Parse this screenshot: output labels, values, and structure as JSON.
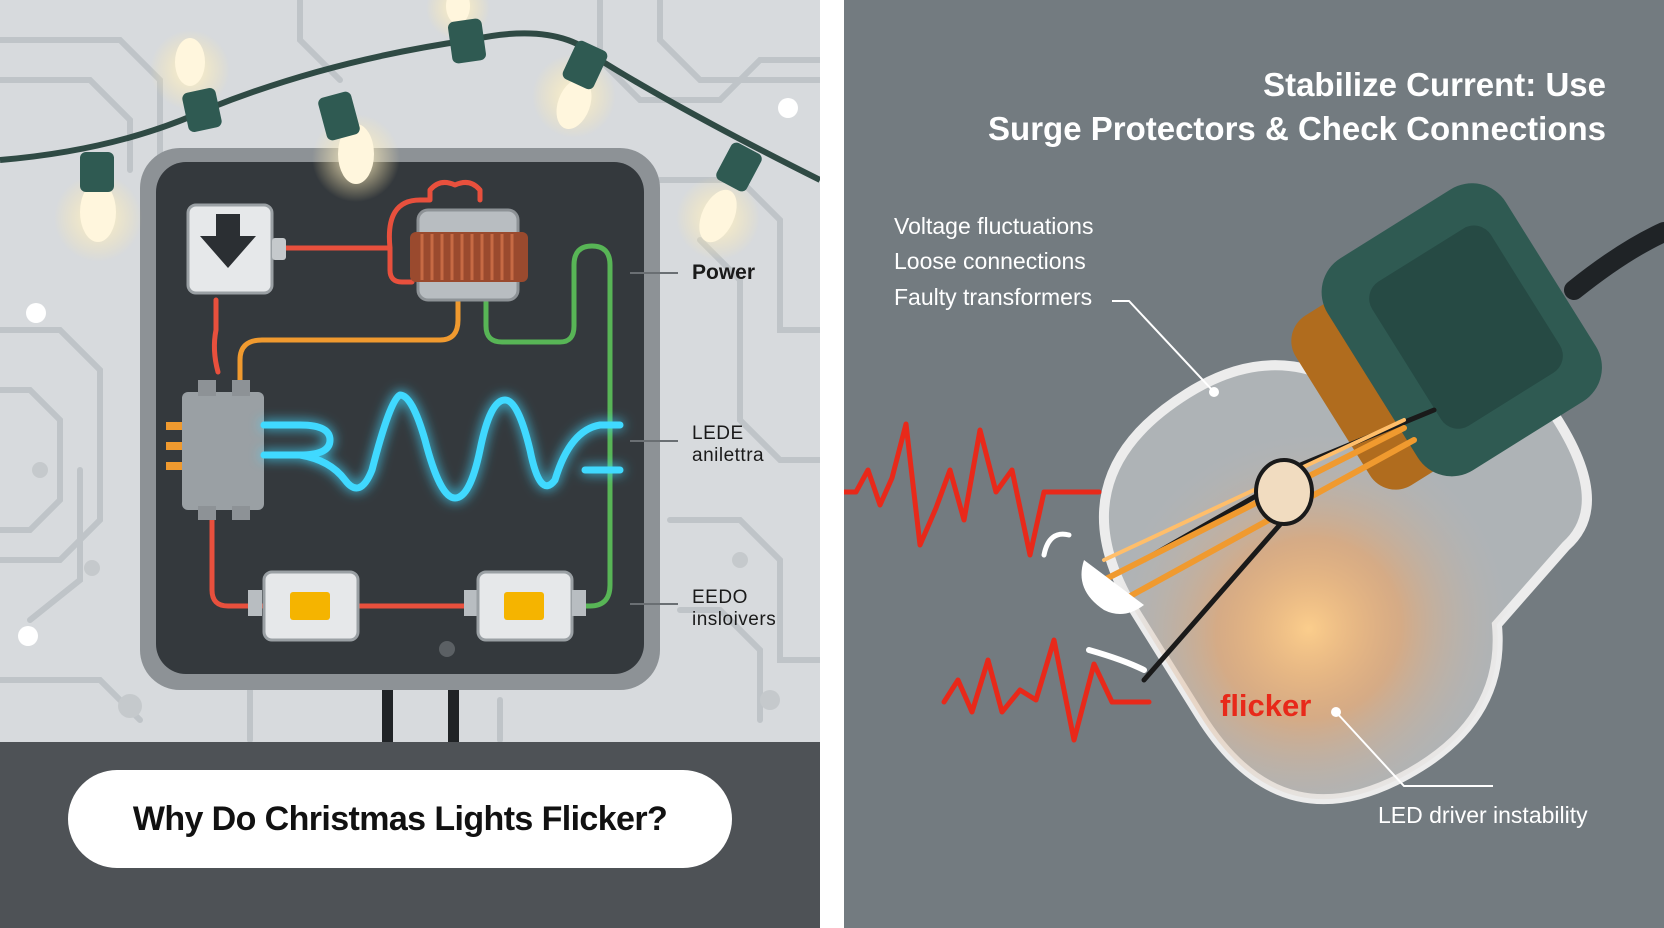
{
  "left": {
    "labels": {
      "power": "Power",
      "led_line1": "LEDE",
      "led_line2": "anilettra",
      "eedo_line1": "EEDO",
      "eedo_line2": "insloivers"
    },
    "title": "Why Do Christmas Lights Flicker?"
  },
  "right": {
    "heading_line1": "Stabilize Current: Use",
    "heading_line2": "Surge Protectors & Check Connections",
    "causes": [
      "Voltage fluctuations",
      "Loose connections",
      "Faulty transformers"
    ],
    "flicker_label": "flicker",
    "driver_label": "LED driver instability"
  },
  "colors": {
    "left_background": "#d7dadd",
    "right_background": "#737b80",
    "circuit_box": "#34393d",
    "wave_glow": "#3fd9ff",
    "flicker_red": "#e8291a",
    "socket_green": "#2f5a52"
  }
}
